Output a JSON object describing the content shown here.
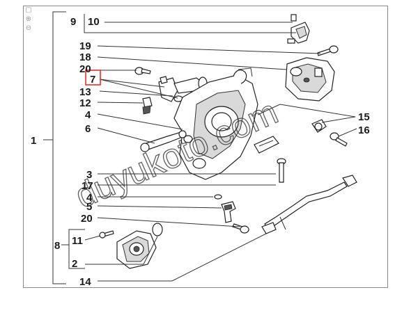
{
  "toolbar": {
    "tools": [
      {
        "icon": "page-icon",
        "glyph": "▢"
      },
      {
        "icon": "zoom-in-icon",
        "glyph": "⊕"
      },
      {
        "icon": "zoom-out-icon",
        "glyph": "⊖"
      }
    ]
  },
  "callouts": [
    {
      "id": "c1",
      "text": "1"
    },
    {
      "id": "c9",
      "text": "9"
    },
    {
      "id": "c10",
      "text": "10"
    },
    {
      "id": "c19",
      "text": "19"
    },
    {
      "id": "c18",
      "text": "18"
    },
    {
      "id": "c20a",
      "text": "20"
    },
    {
      "id": "c7",
      "text": "7"
    },
    {
      "id": "c13",
      "text": "13"
    },
    {
      "id": "c12",
      "text": "12"
    },
    {
      "id": "c4a",
      "text": "4"
    },
    {
      "id": "c6",
      "text": "6"
    },
    {
      "id": "c3",
      "text": "3"
    },
    {
      "id": "c17",
      "text": "17"
    },
    {
      "id": "c4b",
      "text": "4"
    },
    {
      "id": "c5",
      "text": "5"
    },
    {
      "id": "c20b",
      "text": "20"
    },
    {
      "id": "c8",
      "text": "8"
    },
    {
      "id": "c11",
      "text": "11"
    },
    {
      "id": "c2",
      "text": "2"
    },
    {
      "id": "c14",
      "text": "14"
    },
    {
      "id": "c15",
      "text": "15"
    },
    {
      "id": "c16",
      "text": "16"
    }
  ],
  "watermark": "duyukoto.com",
  "colors": {
    "highlight": "#e0322c",
    "line": "#333333",
    "frame": "#8a8a8a"
  }
}
